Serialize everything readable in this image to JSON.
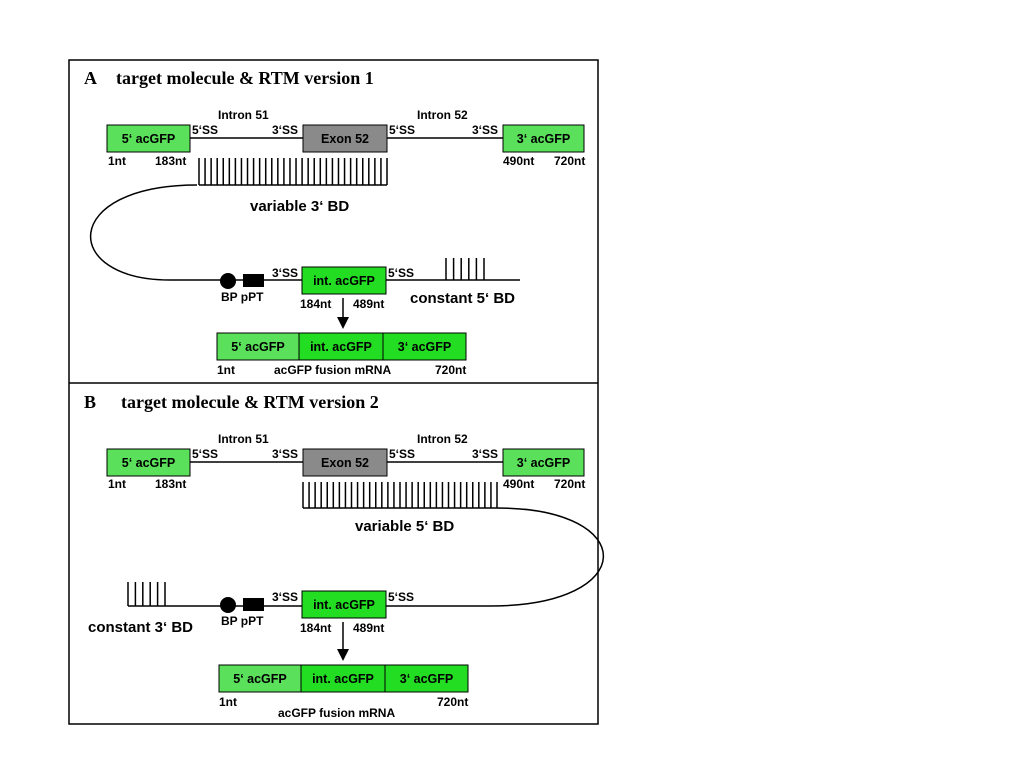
{
  "colors": {
    "light_green": "#5ae05a",
    "bright_green": "#22dd22",
    "exon_gray": "#8a8a8a",
    "line": "#000000"
  },
  "panel_a": {
    "letter": "A",
    "title": "target molecule & RTM version 1",
    "intron51": "Intron 51",
    "intron52": "Intron 52",
    "exon_5": "5‘ acGFP",
    "exon52": "Exon 52",
    "exon_3": "3‘ acGFP",
    "ss5_a": "5‘SS",
    "ss3_a": "3‘SS",
    "ss5_b": "5‘SS",
    "ss3_b": "3‘SS",
    "nt_1": "1nt",
    "nt_183": "183nt",
    "nt_490": "490nt",
    "nt_720": "720nt",
    "bd_variable": "variable 3‘ BD",
    "rtm_ss3": "3‘SS",
    "rtm_ss5": "5‘SS",
    "rtm_exon": "int. acGFP",
    "bp_ppt": "BP pPT",
    "nt_184": "184nt",
    "nt_489": "489nt",
    "bd_constant": "constant 5‘ BD",
    "fusion_5": "5‘ acGFP",
    "fusion_int": "int. acGFP",
    "fusion_3": "3‘ acGFP",
    "fusion_nt1": "1nt",
    "fusion_label": "acGFP fusion mRNA",
    "fusion_nt720": "720nt"
  },
  "panel_b": {
    "letter": "B",
    "title": "target molecule & RTM version 2",
    "intron51": "Intron 51",
    "intron52": "Intron 52",
    "exon_5": "5‘ acGFP",
    "exon52": "Exon 52",
    "exon_3": "3‘ acGFP",
    "ss5_a": "5‘SS",
    "ss3_a": "3‘SS",
    "ss5_b": "5‘SS",
    "ss3_b": "3‘SS",
    "nt_1": "1nt",
    "nt_183": "183nt",
    "nt_490": "490nt",
    "nt_720": "720nt",
    "bd_variable": "variable 5‘ BD",
    "bd_constant": "constant 3‘ BD",
    "bp_ppt": "BP pPT",
    "rtm_ss3": "3‘SS",
    "rtm_exon": "int. acGFP",
    "rtm_ss5": "5‘SS",
    "nt_184": "184nt",
    "nt_489": "489nt",
    "fusion_5": "5‘ acGFP",
    "fusion_int": "int. acGFP",
    "fusion_3": "3‘ acGFP",
    "fusion_nt1": "1nt",
    "fusion_label": "acGFP fusion mRNA",
    "fusion_nt720": "720nt"
  }
}
